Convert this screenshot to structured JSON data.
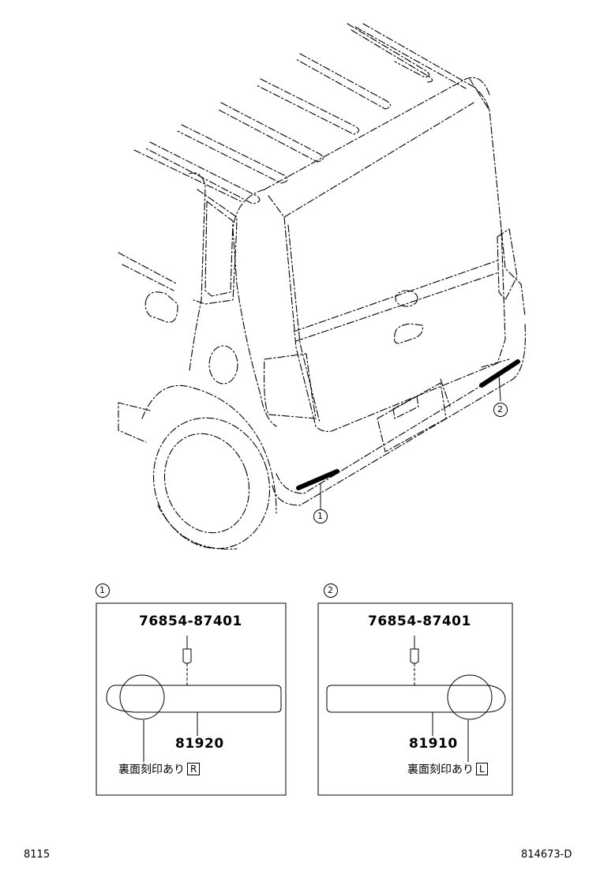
{
  "callouts": {
    "callout_1": "1",
    "callout_2": "2"
  },
  "panel_right": {
    "clip_part_number": "76854-87401",
    "molding_part_number": "81920",
    "note": "裏面刻印あり",
    "side_mark": "R"
  },
  "panel_left": {
    "clip_part_number": "76854-87401",
    "molding_part_number": "81910",
    "note": "裏面刻印あり",
    "side_mark": "L"
  },
  "footer": {
    "page_code": "8115",
    "diagram_code": "814673-D"
  }
}
